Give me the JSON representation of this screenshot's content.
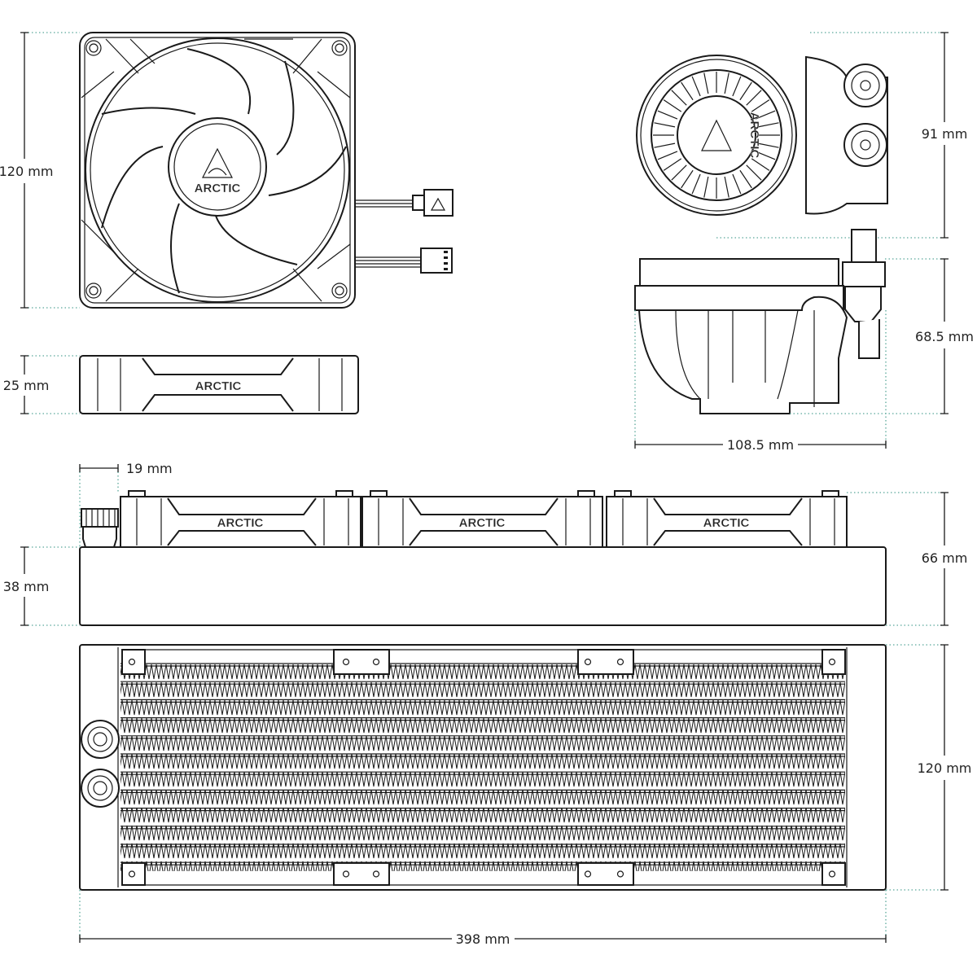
{
  "brand": {
    "logo_text": "ARCTIC"
  },
  "dimensions": {
    "fan_height": "120 mm",
    "fan_thickness": "25 mm",
    "pump_top_height": "91 mm",
    "pump_side_height": "68.5 mm",
    "pump_width": "108.5 mm",
    "fitting_offset": "19 mm",
    "radiator_thickness": "38 mm",
    "total_thickness": "66 mm",
    "radiator_height": "120 mm",
    "radiator_length": "398 mm"
  },
  "colors": {
    "line": "#1a1a1a",
    "guide": "#5aa89a"
  }
}
